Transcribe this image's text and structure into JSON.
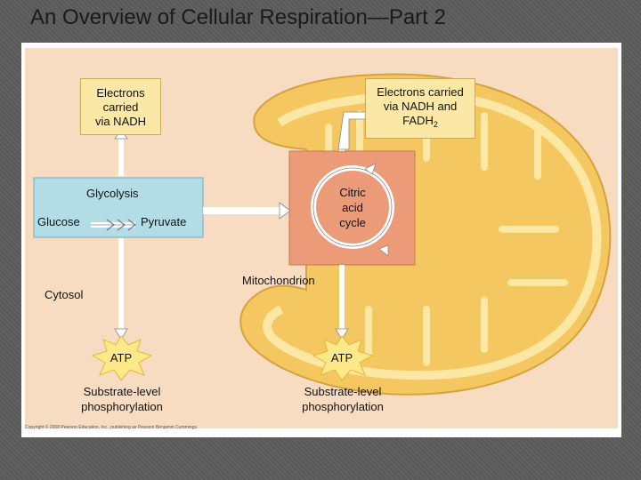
{
  "slide_title": "An Overview of Cellular Respiration—Part 2",
  "labels": {
    "electrons_nadh": [
      "Electrons",
      "carried",
      "via NADH"
    ],
    "electrons_nadh_fadh": [
      "Electrons carried",
      "via NADH and",
      "FADH"
    ],
    "fadh_subscript": "2",
    "glycolysis": "Glycolysis",
    "glucose": "Glucose",
    "pyruvate": "Pyruvate",
    "citric_acid_cycle": [
      "Citric",
      "acid",
      "cycle"
    ],
    "mitochondrion": "Mitochondrion",
    "cytosol": "Cytosol",
    "atp_left": "ATP",
    "atp_right": "ATP",
    "substrate_left": [
      "Substrate-level",
      "phosphorylation"
    ],
    "substrate_right": [
      "Substrate-level",
      "phosphorylation"
    ],
    "copyright": "Copyright © 2008 Pearson Education, Inc., publishing as Pearson Benjamin Cummings."
  },
  "colors": {
    "background": "#5c5c5c",
    "cytosol": "#f7dcc2",
    "mitochondrion_outer": "#f4c760",
    "mitochondrion_inner": "#fbe3a0",
    "citric_box": "#ec9b78",
    "glycolysis_box": "#b3dde6",
    "electron_box": "#fbe7a6",
    "atp_burst": "#fde98a",
    "arrow": "#ffffff"
  }
}
